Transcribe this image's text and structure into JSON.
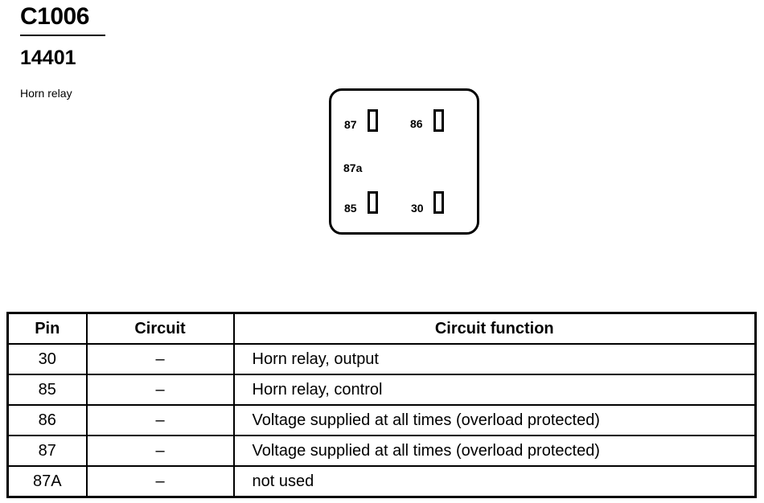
{
  "header": {
    "connector_id": "C1006",
    "part_number": "14401",
    "description": "Horn relay"
  },
  "connector_face": {
    "pins": [
      {
        "label": "87"
      },
      {
        "label": "86"
      },
      {
        "label": "87a"
      },
      {
        "label": "85"
      },
      {
        "label": "30"
      }
    ]
  },
  "table": {
    "headers": [
      "Pin",
      "Circuit",
      "Circuit function"
    ],
    "rows": [
      {
        "pin": "30",
        "circuit": "–",
        "function": "Horn relay, output"
      },
      {
        "pin": "85",
        "circuit": "–",
        "function": "Horn relay, control"
      },
      {
        "pin": "86",
        "circuit": "–",
        "function": "Voltage supplied at all times (overload protected)"
      },
      {
        "pin": "87",
        "circuit": "–",
        "function": "Voltage supplied at all times (overload protected)"
      },
      {
        "pin": "87A",
        "circuit": "–",
        "function": "not used"
      }
    ]
  }
}
